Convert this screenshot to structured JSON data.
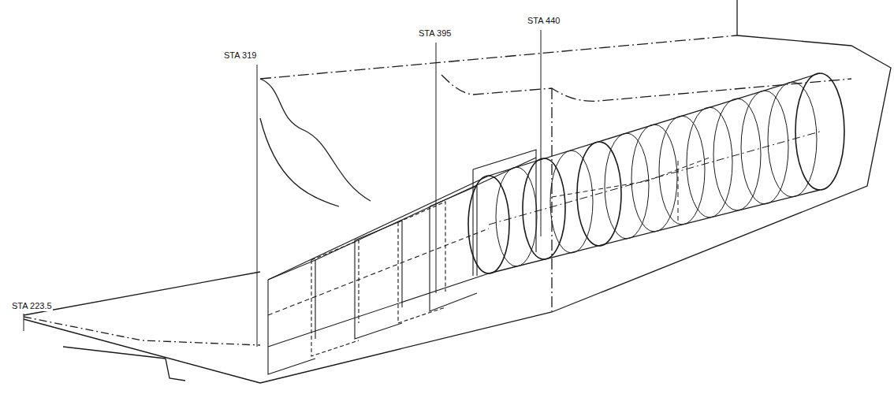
{
  "diagram": {
    "labels": [
      "STA 319",
      "STA 395",
      "STA 440",
      "STA 223.5"
    ]
  }
}
